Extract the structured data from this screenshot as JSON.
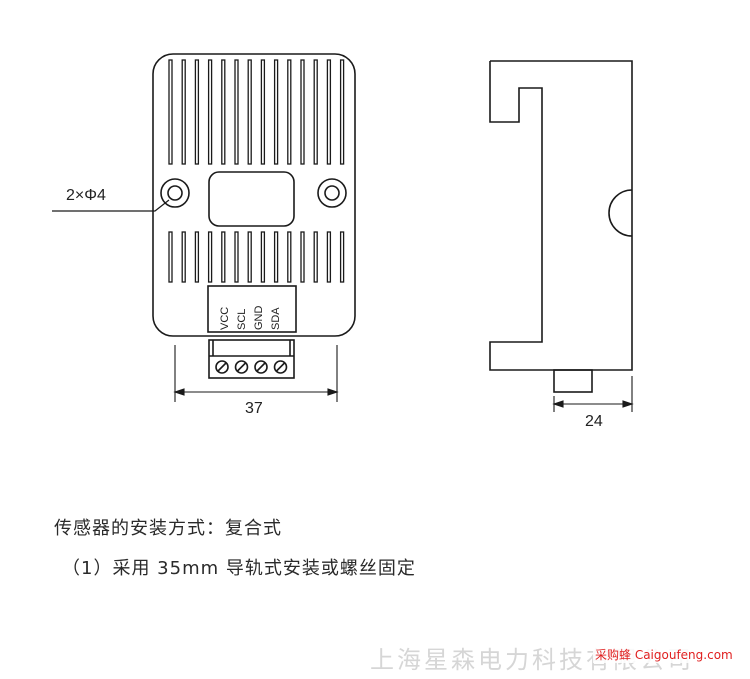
{
  "diagram": {
    "hole_label": "2×Φ4",
    "pins": [
      "VCC",
      "SCL",
      "GND",
      "SDA"
    ],
    "width_front": "37",
    "width_side": "24"
  },
  "caption": {
    "line1": "传感器的安装方式：复合式",
    "line2": "（1）采用 35mm 导轨式安装或螺丝固定"
  },
  "footer": {
    "company": "上海星森电力科技有限公司",
    "watermark": "采购蜂 Caigoufeng.com"
  }
}
